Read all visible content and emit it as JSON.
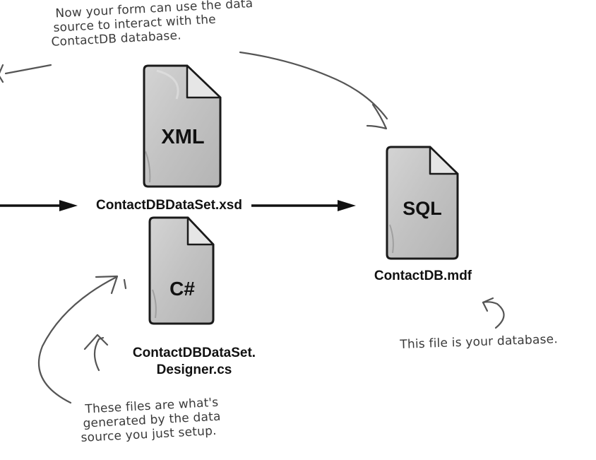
{
  "notes": {
    "top": {
      "lines": [
        "Now your form can use the data",
        "source to interact with the",
        "ContactDB database."
      ]
    },
    "bottom_left": {
      "lines": [
        "These files are what's",
        "generated by the data",
        "source you just setup."
      ]
    },
    "bottom_right": {
      "text": "This file is your database."
    }
  },
  "files": {
    "xsd": {
      "icon_text": "XML",
      "caption": "ContactDBDataSet.xsd"
    },
    "designer": {
      "icon_text": "C#",
      "caption_lines": [
        "ContactDBDataSet.",
        "Designer.cs"
      ]
    },
    "mdf": {
      "icon_text": "SQL",
      "caption": "ContactDB.mdf"
    }
  },
  "colors": {
    "ink": "#111111",
    "sketch": "#555555",
    "doc_fill": "#c4c4c4",
    "doc_fold": "#e6e6e6"
  }
}
